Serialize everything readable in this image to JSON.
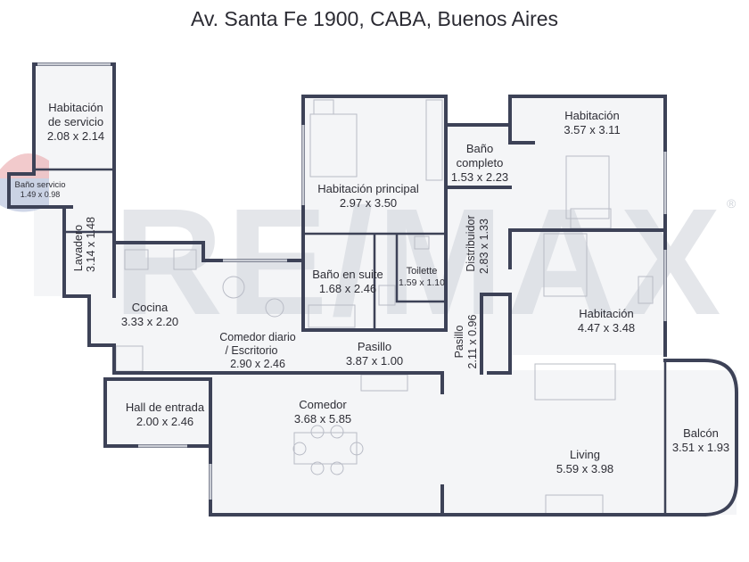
{
  "title": "Av. Santa Fe 1900, CABA, Buenos Aires",
  "watermark": {
    "text": "RE/MAX",
    "registered_mark": "®",
    "color": "#cfd3da"
  },
  "colors": {
    "wall": "#3d4257",
    "floor": "#f4f5f7",
    "text": "#2e2e36",
    "balloon_red": "#e8a0a4",
    "balloon_blue": "#a9b6d6"
  },
  "rooms": {
    "habitacion_servicio": {
      "name_1": "Habitación",
      "name_2": "de servicio",
      "dims": "2.08 x 2.14"
    },
    "bano_servicio": {
      "name": "Baño servicio",
      "dims": "1.49 x 0.98"
    },
    "lavadero": {
      "name": "Lavadero",
      "dims": "3.14 x 1.48"
    },
    "cocina": {
      "name": "Cocina",
      "dims": "3.33 x 2.20"
    },
    "hall_entrada": {
      "name": "Hall de entrada",
      "dims": "2.00 x 2.46"
    },
    "comedor_diario": {
      "name_1": "Comedor diario",
      "name_2": "/ Escritorio",
      "dims": "2.90 x 2.46"
    },
    "habitacion_principal": {
      "name": "Habitación principal",
      "dims": "2.97 x 3.50"
    },
    "bano_completo": {
      "name_1": "Baño",
      "name_2": "completo",
      "dims": "1.53 x 2.23"
    },
    "habitacion_1": {
      "name": "Habitación",
      "dims": "3.57 x 3.11"
    },
    "bano_suite": {
      "name": "Baño en suite",
      "dims": "1.68 x 2.46"
    },
    "toilette": {
      "name": "Toilette",
      "dims": "1.59 x 1.10"
    },
    "distribuidor": {
      "name": "Distribuidor",
      "dims": "2.83 x 1.33"
    },
    "habitacion_2": {
      "name": "Habitación",
      "dims": "4.47 x 3.48"
    },
    "pasillo_1": {
      "name": "Pasillo",
      "dims": "3.87 x 1.00"
    },
    "pasillo_2": {
      "name": "Pasillo",
      "dims": "2.11 x 0.96"
    },
    "comedor": {
      "name": "Comedor",
      "dims": "3.68 x 5.85"
    },
    "living": {
      "name": "Living",
      "dims": "5.59 x 3.98"
    },
    "balcon": {
      "name": "Balcón",
      "dims": "3.51 x 1.93"
    }
  }
}
